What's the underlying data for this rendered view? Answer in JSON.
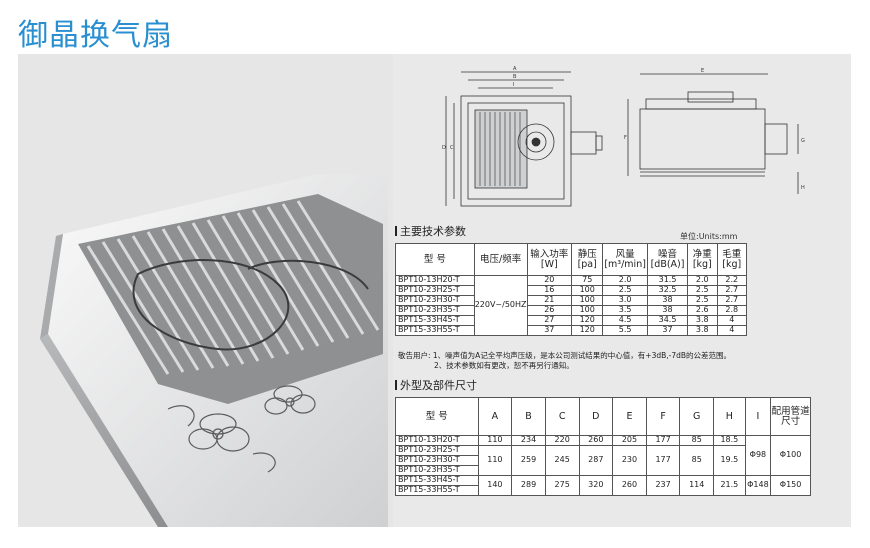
{
  "title": "御晶换气扇",
  "diagram_labels": {
    "A": "A",
    "B": "B",
    "C": "C",
    "D": "D",
    "E": "E",
    "F": "F",
    "G": "G",
    "H": "H"
  },
  "spec_section": {
    "title": "主要技术参数",
    "unit": "单位:Units:mm",
    "headers": [
      "型 号",
      "电压/频率",
      "输入功率[W]",
      "静压[pa]",
      "风量[m³/min]",
      "噪音[dB(A)]",
      "净重[kg]",
      "毛重[kg]"
    ],
    "voltage": "220V~/50HZ",
    "rows": [
      {
        "model": "BPT10-13H20-T",
        "power": "20",
        "pressure": "75",
        "airflow": "2.0",
        "noise": "31.5",
        "net": "2.0",
        "gross": "2.2"
      },
      {
        "model": "BPT10-23H25-T",
        "power": "16",
        "pressure": "100",
        "airflow": "2.5",
        "noise": "32.5",
        "net": "2.5",
        "gross": "2.7"
      },
      {
        "model": "BPT10-23H30-T",
        "power": "21",
        "pressure": "100",
        "airflow": "3.0",
        "noise": "38",
        "net": "2.5",
        "gross": "2.7"
      },
      {
        "model": "BPT10-23H35-T",
        "power": "26",
        "pressure": "100",
        "airflow": "3.5",
        "noise": "38",
        "net": "2.6",
        "gross": "2.8"
      },
      {
        "model": "BPT15-33H45-T",
        "power": "27",
        "pressure": "120",
        "airflow": "4.5",
        "noise": "34.5",
        "net": "3.8",
        "gross": "4"
      },
      {
        "model": "BPT15-33H55-T",
        "power": "37",
        "pressure": "120",
        "airflow": "5.5",
        "noise": "37",
        "net": "3.8",
        "gross": "4"
      }
    ],
    "note1": "敬告用户: 1、噪声值为A记全平均声压级，是本公司测试结果的中心值，有+3dB,-7dB的公差范围。",
    "note2": "2、技术参数如有更改，恕不再另行通知。"
  },
  "dim_section": {
    "title": "外型及部件尺寸",
    "headers": [
      "型 号",
      "A",
      "B",
      "C",
      "D",
      "E",
      "F",
      "G",
      "H",
      "I",
      "配用管道尺寸"
    ],
    "models": [
      "BPT10-13H20-T",
      "BPT10-23H25-T",
      "BPT10-23H30-T",
      "BPT10-23H35-T",
      "BPT15-33H45-T",
      "BPT15-33H55-T"
    ],
    "group1": {
      "A": "110",
      "B": "234",
      "C": "220",
      "D": "260",
      "E": "205",
      "F": "177",
      "G": "85",
      "H": "18.5"
    },
    "group2": {
      "A": "110",
      "B": "259",
      "C": "245",
      "D": "287",
      "E": "230",
      "F": "177",
      "G": "85",
      "H": "19.5"
    },
    "group3": {
      "A": "140",
      "B": "289",
      "C": "275",
      "D": "320",
      "E": "260",
      "F": "237",
      "G": "114",
      "H": "21.5"
    },
    "I_small": "Φ98",
    "duct_small": "Φ100",
    "I_large": "Φ148",
    "duct_large": "Φ150"
  }
}
